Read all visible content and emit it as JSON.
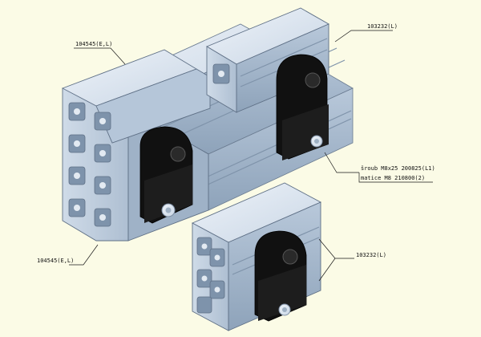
{
  "background": "#fbfbe6",
  "colors": {
    "profile_top": "#d9e4f0",
    "profile_side": "#a9bbcf",
    "profile_front": "#c2d1e2",
    "profile_edge": "#5f7086",
    "bracket": "#0d0d0d",
    "bolt": "#dfe6ee",
    "leader": "#1a1a1a"
  },
  "callouts": {
    "top_left_profile": "104545(E,L)",
    "top_right_profile": "103232(L)",
    "bottom_left_profile": "104545(E,L)",
    "bottom_right_profile": "103232(L)",
    "fastener_line1": "šroub M8x25 200825(L1)",
    "fastener_line2": "matice M8 210800(2)"
  }
}
